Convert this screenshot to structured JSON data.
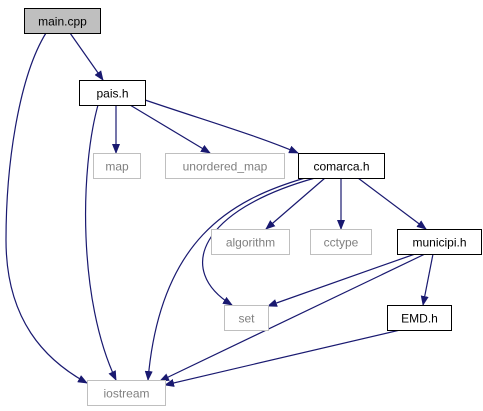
{
  "diagram": {
    "colors": {
      "edge": "#191970",
      "border_system": "#bfbfbf",
      "text_system": "#808080",
      "border_project": "#000000",
      "text_project": "#000000",
      "fill_root": "#bfbfbf",
      "fill_default": "#ffffff"
    },
    "nodes": [
      {
        "id": "main_cpp",
        "label": "main.cpp",
        "kind": "root"
      },
      {
        "id": "pais_h",
        "label": "pais.h",
        "kind": "project"
      },
      {
        "id": "map",
        "label": "map",
        "kind": "system"
      },
      {
        "id": "unordered_map",
        "label": "unordered_map",
        "kind": "system"
      },
      {
        "id": "comarca_h",
        "label": "comarca.h",
        "kind": "project"
      },
      {
        "id": "algorithm",
        "label": "algorithm",
        "kind": "system"
      },
      {
        "id": "cctype",
        "label": "cctype",
        "kind": "system"
      },
      {
        "id": "municipi_h",
        "label": "municipi.h",
        "kind": "project"
      },
      {
        "id": "set",
        "label": "set",
        "kind": "system"
      },
      {
        "id": "emd_h",
        "label": "EMD.h",
        "kind": "project"
      },
      {
        "id": "iostream",
        "label": "iostream",
        "kind": "system"
      }
    ],
    "edges": [
      {
        "from": "main_cpp",
        "to": "pais_h"
      },
      {
        "from": "main_cpp",
        "to": "iostream"
      },
      {
        "from": "pais_h",
        "to": "map"
      },
      {
        "from": "pais_h",
        "to": "unordered_map"
      },
      {
        "from": "pais_h",
        "to": "comarca_h"
      },
      {
        "from": "pais_h",
        "to": "iostream"
      },
      {
        "from": "comarca_h",
        "to": "iostream"
      },
      {
        "from": "comarca_h",
        "to": "set"
      },
      {
        "from": "comarca_h",
        "to": "algorithm"
      },
      {
        "from": "comarca_h",
        "to": "cctype"
      },
      {
        "from": "comarca_h",
        "to": "municipi_h"
      },
      {
        "from": "municipi_h",
        "to": "set"
      },
      {
        "from": "municipi_h",
        "to": "emd_h"
      },
      {
        "from": "municipi_h",
        "to": "iostream"
      },
      {
        "from": "emd_h",
        "to": "iostream"
      }
    ]
  }
}
